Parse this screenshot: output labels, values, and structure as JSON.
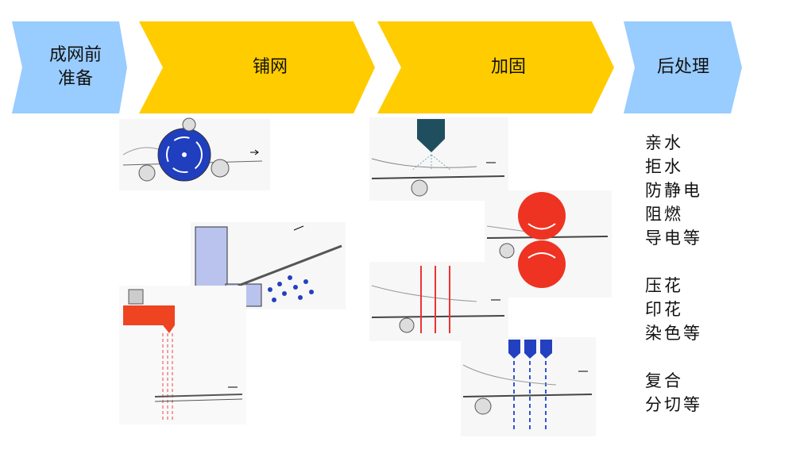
{
  "stages": [
    {
      "label_lines": [
        "成网前",
        "准备"
      ],
      "color": "#99ccff"
    },
    {
      "label_lines": [
        "铺网"
      ],
      "color": "#ffcc00"
    },
    {
      "label_lines": [
        "加固"
      ],
      "color": "#ffcc00"
    },
    {
      "label_lines": [
        "后处理"
      ],
      "color": "#99ccff"
    }
  ],
  "post_treatments": {
    "group1": [
      "亲水",
      "拒水",
      "防静电",
      "阻燃",
      "导电等"
    ],
    "group2": [
      "压花",
      "印花",
      "染色等"
    ],
    "group3": [
      "复合",
      "分切等"
    ]
  }
}
